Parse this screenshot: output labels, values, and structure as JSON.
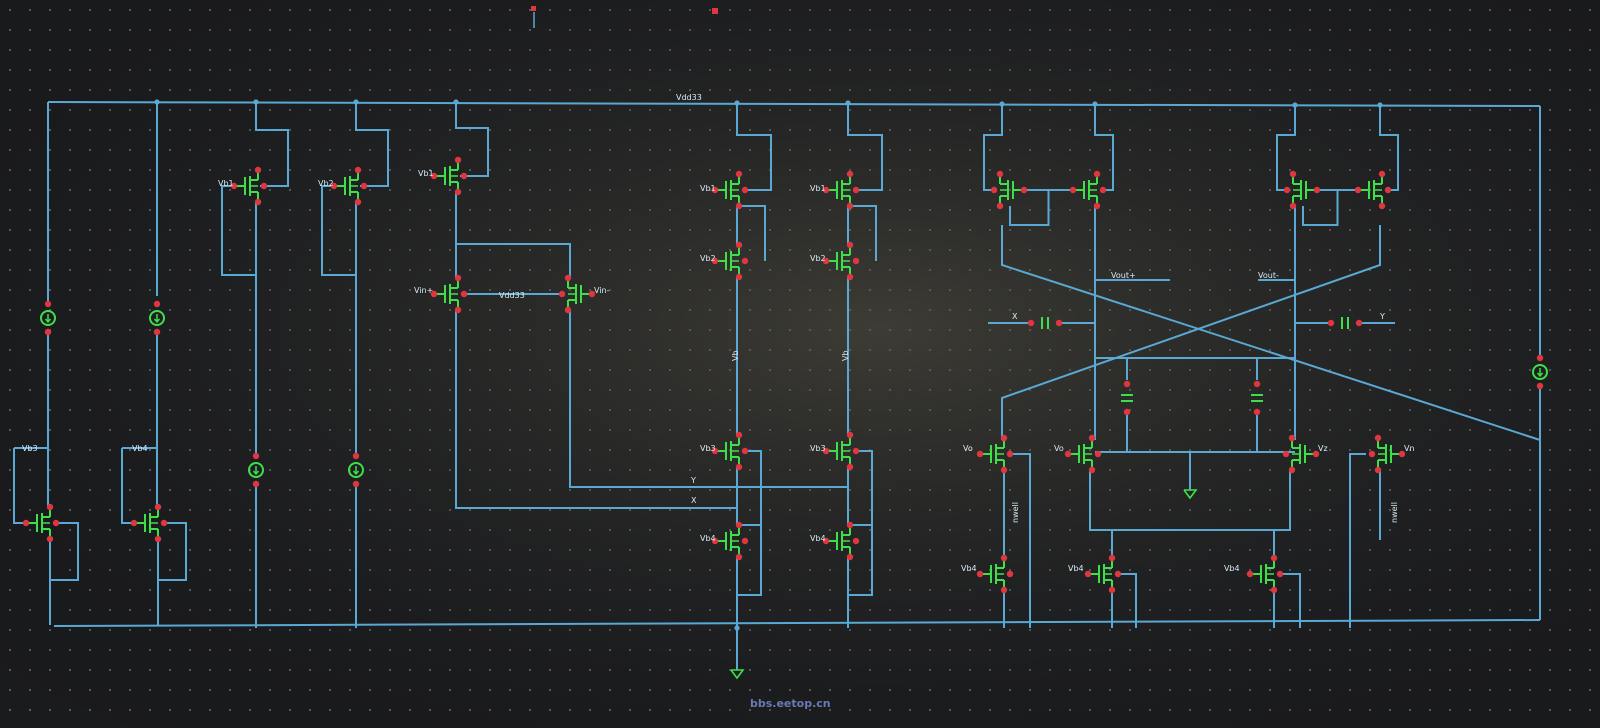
{
  "colors": {
    "background": "#1a1b1d",
    "wire": "#5aa8d4",
    "device": "#3ee04a",
    "pin": "#e03640"
  },
  "schematic": {
    "supply_label": "Vdd33",
    "mid_label": "Vdd33",
    "bias_labels": {
      "vb3_left": "Vb3",
      "vb4_left": "Vb4",
      "vb1_a": "Vb1",
      "vb2_b": "Vb2",
      "vb1_c": "Vb1",
      "vb1_col1": "Vb1",
      "vb2_col1": "Vb2",
      "vb3_col1": "Vb3",
      "vb4_col1": "Vb4",
      "vb1_col2": "Vb1",
      "vb2_col2": "Vb2",
      "vb3_col2": "Vb3",
      "vb4_col2": "Vb4",
      "vb4_out1": "Vb4",
      "vb4_out2": "Vb4",
      "vb4_out3": "Vb4"
    },
    "input_labels": {
      "vin_p": "Vin+",
      "vin_n": "Vin-"
    },
    "output_labels": {
      "vout_p": "Vout+",
      "vout_n": "Vout-"
    },
    "node_labels": {
      "vo_1": "Vo",
      "vo_2": "Vo",
      "vz": "Vz",
      "vn": "Vn",
      "x_left": "X",
      "y_right": "Y",
      "col1_mid": "Vb",
      "col2_mid": "Vb",
      "wire_y": "Y",
      "wire_x": "X",
      "tail_left": "nwell",
      "tail_right": "nwell"
    },
    "watermark": "bbs.eetop.cn"
  }
}
